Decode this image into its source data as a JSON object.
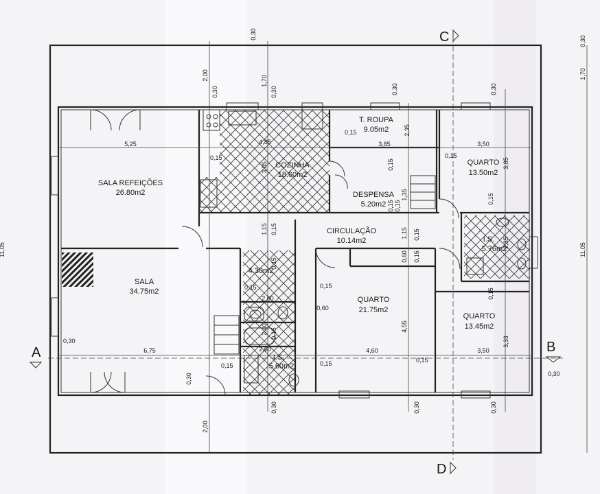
{
  "rooms": {
    "sala_refeicoes": {
      "name": "SALA REFEIÇÕES",
      "area": "26.80m2"
    },
    "cozinha": {
      "name": "COZINHA",
      "area": "18.60m2"
    },
    "t_roupa": {
      "name": "T. ROUPA",
      "area": "9.05m2"
    },
    "despensa": {
      "name": "DESPENSA",
      "area": "5.20m2"
    },
    "quarto_ne": {
      "name": "QUARTO",
      "area": "13.50m2"
    },
    "circulacao": {
      "name": "CIRCULAÇÃO",
      "area": "10.14m2"
    },
    "is_east": {
      "name": "I.S.",
      "area": "5.76m2"
    },
    "sala": {
      "name": "SALA",
      "area": "34.75m2"
    },
    "room_small": {
      "name": "",
      "area": "4.30m2"
    },
    "quarto_mid": {
      "name": "QUARTO",
      "area": "21.75m2"
    },
    "quarto_se": {
      "name": "QUARTO",
      "area": "13.45m2"
    },
    "is_south": {
      "name": "I.S.",
      "area": "5.60m2"
    }
  },
  "dimensions": {
    "d_525": "5,25",
    "d_385a": "3,85",
    "d_350a": "3,50",
    "d_485": "4,85",
    "d_385v": "3,85",
    "d_385v2": "3,85",
    "d_235": "2,35",
    "d_135": "1,35",
    "d_115a": "1,15",
    "d_115b": "1,15",
    "d_060": "0,60",
    "d_455": "4,55",
    "d_675": "6,75",
    "d_460": "4,60",
    "d_350b": "3,50",
    "d_333": "3,33",
    "d_260a": "2,60",
    "d_260b": "2,60",
    "d_200a": "2,00",
    "d_200b": "2,00",
    "d_240": "2,40",
    "d_170a": "1,70",
    "d_170b": "1,70",
    "d_1105a": "11,05",
    "d_1105b": "11,05",
    "d_235b": "2,35",
    "d_015a": "0,15",
    "d_015b": "0,15",
    "d_015c": "0,15",
    "d_015d": "0,15",
    "d_015e": "0,15",
    "d_015f": "0,15",
    "d_015g": "0,15",
    "d_015h": "0,15",
    "d_015i": "0,15",
    "d_015j": "0,15",
    "d_015k": "0,15",
    "d_015l": "0,15",
    "d_015m": "0,15",
    "d_015n": "0,15",
    "d_015o": "0,15",
    "d_015p": "0,15",
    "d_015q": "0,15",
    "d_015r": "0,15",
    "d_060b": "0,60",
    "d_030a": "0,30",
    "d_030b": "0,30",
    "d_030c": "0,30",
    "d_030d": "0,30",
    "d_030e": "0,30",
    "d_030f": "0,30",
    "d_030g": "0,30",
    "d_030h": "0,30",
    "d_030i": "0,30",
    "d_030j": "0,30",
    "d_030k": "0,30",
    "d_030l": "0,30"
  },
  "section_markers": {
    "a": "A",
    "b": "B",
    "c": "C",
    "d": "D"
  },
  "colors": {
    "line": "#222222",
    "paper": "#f4f3f6"
  }
}
